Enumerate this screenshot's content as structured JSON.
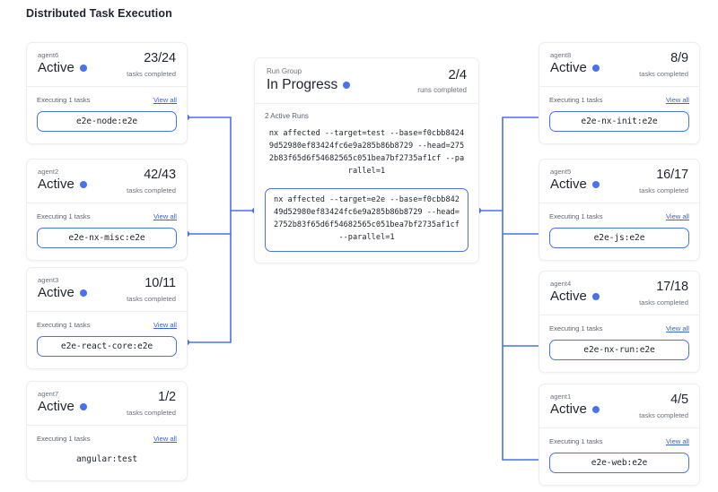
{
  "page": {
    "title": "Distributed Task Execution",
    "accent_color": "#4a71ef",
    "link_color": "#3b63e0",
    "card_border_color": "#eceef1",
    "text_color": "#1f2430",
    "muted_text_color": "#6b7280"
  },
  "labels": {
    "tasks_completed": "tasks completed",
    "runs_completed": "runs completed",
    "executing_prefix": "Executing 1 tasks",
    "view_all": "View all",
    "active_runs": "2 Active Runs"
  },
  "run_group": {
    "kicker": "Run Group",
    "status": "In Progress",
    "count": "2/4",
    "count_label": "runs completed",
    "active_runs_label": "2 Active Runs",
    "commands": [
      {
        "text": "nx affected --target=test --base=f0cbb84249d52980ef83424fc6e9a285b86b8729 --head=2752b83f65d6f54682565c051bea7bf2735af1cf --parallel=1",
        "highlighted": false
      },
      {
        "text": "nx affected --target=e2e --base=f0cbb84249d52980ef83424fc6e9a285b86b8729 --head=2752b83f65d6f54682565c051bea7bf2735af1cf --parallel=1",
        "highlighted": true
      }
    ]
  },
  "left_agents": [
    {
      "name": "agent6",
      "status": "Active",
      "count": "23/24",
      "count_label": "tasks completed",
      "executing": "Executing 1 tasks",
      "view_all": "View all",
      "task": "e2e-node:e2e",
      "connected": true
    },
    {
      "name": "agent2",
      "status": "Active",
      "count": "42/43",
      "count_label": "tasks completed",
      "executing": "Executing 1 tasks",
      "view_all": "View all",
      "task": "e2e-nx-misc:e2e",
      "connected": true
    },
    {
      "name": "agent3",
      "status": "Active",
      "count": "10/11",
      "count_label": "tasks completed",
      "executing": "Executing 1 tasks",
      "view_all": "View all",
      "task": "e2e-react-core:e2e",
      "connected": true
    },
    {
      "name": "agent7",
      "status": "Active",
      "count": "1/2",
      "count_label": "tasks completed",
      "executing": "Executing 1 tasks",
      "view_all": "View all",
      "task": "angular:test",
      "connected": false
    }
  ],
  "right_agents": [
    {
      "name": "agent8",
      "status": "Active",
      "count": "8/9",
      "count_label": "tasks completed",
      "executing": "Executing 1 tasks",
      "view_all": "View all",
      "task": "e2e-nx-init:e2e",
      "connected": true
    },
    {
      "name": "agent5",
      "status": "Active",
      "count": "16/17",
      "count_label": "tasks completed",
      "executing": "Executing 1 tasks",
      "view_all": "View all",
      "task": "e2e-js:e2e",
      "connected": true
    },
    {
      "name": "agent4",
      "status": "Active",
      "count": "17/18",
      "count_label": "tasks completed",
      "executing": "Executing 1 tasks",
      "view_all": "View all",
      "task": "e2e-nx-run:e2e",
      "connected": true
    },
    {
      "name": "agent1",
      "status": "Active",
      "count": "4/5",
      "count_label": "tasks completed",
      "executing": "Executing 1 tasks",
      "view_all": "View all",
      "task": "e2e-web:e2e",
      "connected": true
    }
  ]
}
